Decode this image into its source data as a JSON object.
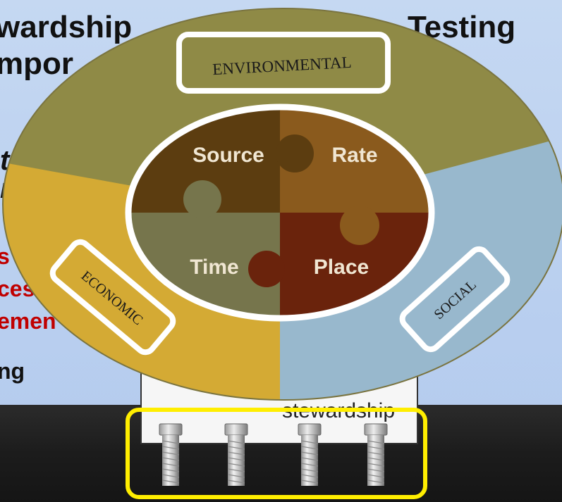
{
  "slide_title": {
    "line1_left": "wardship",
    "line1_right": "Testing",
    "line2_left": "mpor"
  },
  "partial_italic": {
    "line1": "t",
    "line2": "r"
  },
  "partial_red": {
    "line1": "s",
    "line2": "ces",
    "line3": "emen",
    "line4": "ng"
  },
  "sections": {
    "environmental": "ENVIRONMENTAL",
    "economic": "ECONOMIC",
    "social": "SOCIAL"
  },
  "puzzle": {
    "source": "Source",
    "rate": "Rate",
    "time": "Time",
    "place": "Place"
  },
  "base_label": "stewardship",
  "colors": {
    "environmental": "#8f8a46",
    "economic": "#d4aa34",
    "social": "#98b8cd",
    "source": "#5c3d10",
    "rate": "#8a5a1d",
    "time": "#76754c",
    "place": "#6a230c",
    "highlight": "#ffee00"
  }
}
